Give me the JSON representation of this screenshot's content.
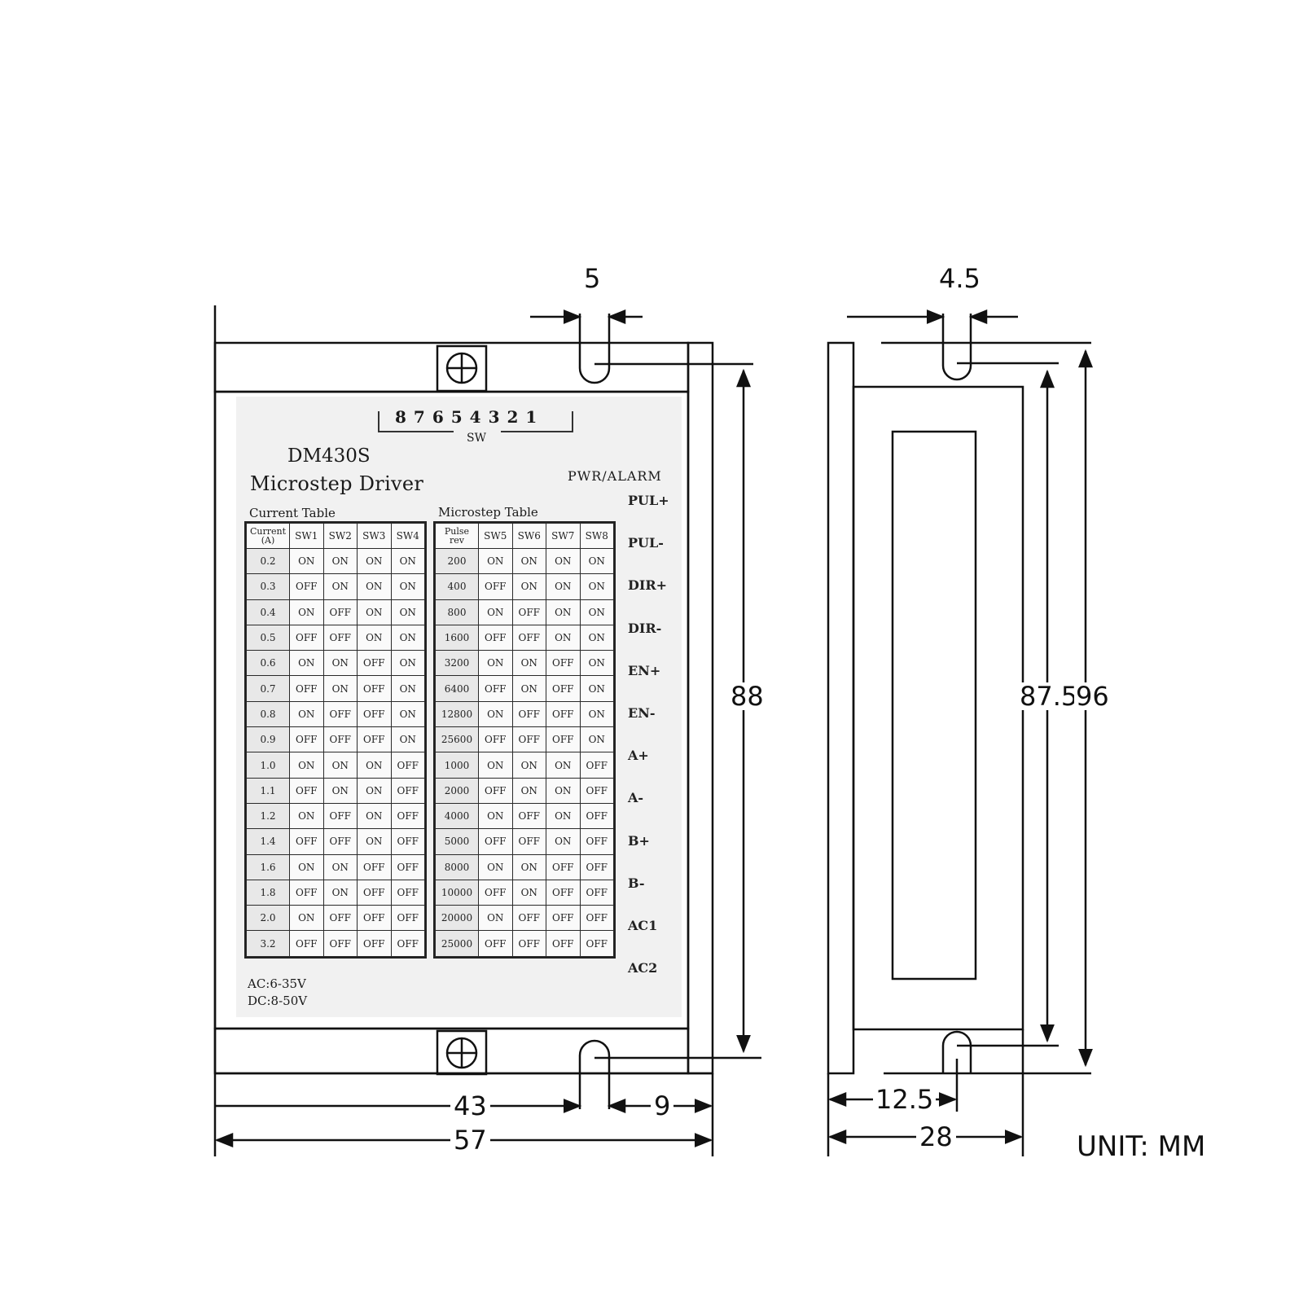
{
  "front_view": {
    "model": "DM430S",
    "subtitle": "Microstep Driver",
    "pwr_alarm": "PWR/ALARM",
    "sw_digits": "87654321",
    "sw_label": "SW",
    "current_table": {
      "caption": "Current Table",
      "headers": [
        "Current\n(A)",
        "SW1",
        "SW2",
        "SW3",
        "SW4"
      ],
      "rows": [
        [
          "0.2",
          "ON",
          "ON",
          "ON",
          "ON"
        ],
        [
          "0.3",
          "OFF",
          "ON",
          "ON",
          "ON"
        ],
        [
          "0.4",
          "ON",
          "OFF",
          "ON",
          "ON"
        ],
        [
          "0.5",
          "OFF",
          "OFF",
          "ON",
          "ON"
        ],
        [
          "0.6",
          "ON",
          "ON",
          "OFF",
          "ON"
        ],
        [
          "0.7",
          "OFF",
          "ON",
          "OFF",
          "ON"
        ],
        [
          "0.8",
          "ON",
          "OFF",
          "OFF",
          "ON"
        ],
        [
          "0.9",
          "OFF",
          "OFF",
          "OFF",
          "ON"
        ],
        [
          "1.0",
          "ON",
          "ON",
          "ON",
          "OFF"
        ],
        [
          "1.1",
          "OFF",
          "ON",
          "ON",
          "OFF"
        ],
        [
          "1.2",
          "ON",
          "OFF",
          "ON",
          "OFF"
        ],
        [
          "1.4",
          "OFF",
          "OFF",
          "ON",
          "OFF"
        ],
        [
          "1.6",
          "ON",
          "ON",
          "OFF",
          "OFF"
        ],
        [
          "1.8",
          "OFF",
          "ON",
          "OFF",
          "OFF"
        ],
        [
          "2.0",
          "ON",
          "OFF",
          "OFF",
          "OFF"
        ],
        [
          "3.2",
          "OFF",
          "OFF",
          "OFF",
          "OFF"
        ]
      ]
    },
    "microstep_table": {
      "caption": "Microstep Table",
      "headers": [
        "Pulse\nrev",
        "SW5",
        "SW6",
        "SW7",
        "SW8"
      ],
      "rows": [
        [
          "200",
          "ON",
          "ON",
          "ON",
          "ON"
        ],
        [
          "400",
          "OFF",
          "ON",
          "ON",
          "ON"
        ],
        [
          "800",
          "ON",
          "OFF",
          "ON",
          "ON"
        ],
        [
          "1600",
          "OFF",
          "OFF",
          "ON",
          "ON"
        ],
        [
          "3200",
          "ON",
          "ON",
          "OFF",
          "ON"
        ],
        [
          "6400",
          "OFF",
          "ON",
          "OFF",
          "ON"
        ],
        [
          "12800",
          "ON",
          "OFF",
          "OFF",
          "ON"
        ],
        [
          "25600",
          "OFF",
          "OFF",
          "OFF",
          "ON"
        ],
        [
          "1000",
          "ON",
          "ON",
          "ON",
          "OFF"
        ],
        [
          "2000",
          "OFF",
          "ON",
          "ON",
          "OFF"
        ],
        [
          "4000",
          "ON",
          "OFF",
          "ON",
          "OFF"
        ],
        [
          "5000",
          "OFF",
          "OFF",
          "ON",
          "OFF"
        ],
        [
          "8000",
          "ON",
          "ON",
          "OFF",
          "OFF"
        ],
        [
          "10000",
          "OFF",
          "ON",
          "OFF",
          "OFF"
        ],
        [
          "20000",
          "ON",
          "OFF",
          "OFF",
          "OFF"
        ],
        [
          "25000",
          "OFF",
          "OFF",
          "OFF",
          "OFF"
        ]
      ]
    },
    "terminals": [
      "PUL+",
      "PUL-",
      "DIR+",
      "DIR-",
      "EN+",
      "EN-",
      "A+",
      "A-",
      "B+",
      "B-",
      "AC1",
      "AC2"
    ],
    "power": {
      "ac": "AC:6-35V",
      "dc": "DC:8-50V"
    }
  },
  "dimensions": {
    "front_slot_width": "5",
    "front_hole_spacing": "88",
    "front_left_to_hole": "43",
    "front_hole_to_right": "9",
    "front_width": "57",
    "side_slot_width": "4.5",
    "side_hole_spacing": "87.5",
    "side_height": "96",
    "side_hole_offset": "12.5",
    "side_depth": "28"
  },
  "unit": "UNIT: MM"
}
